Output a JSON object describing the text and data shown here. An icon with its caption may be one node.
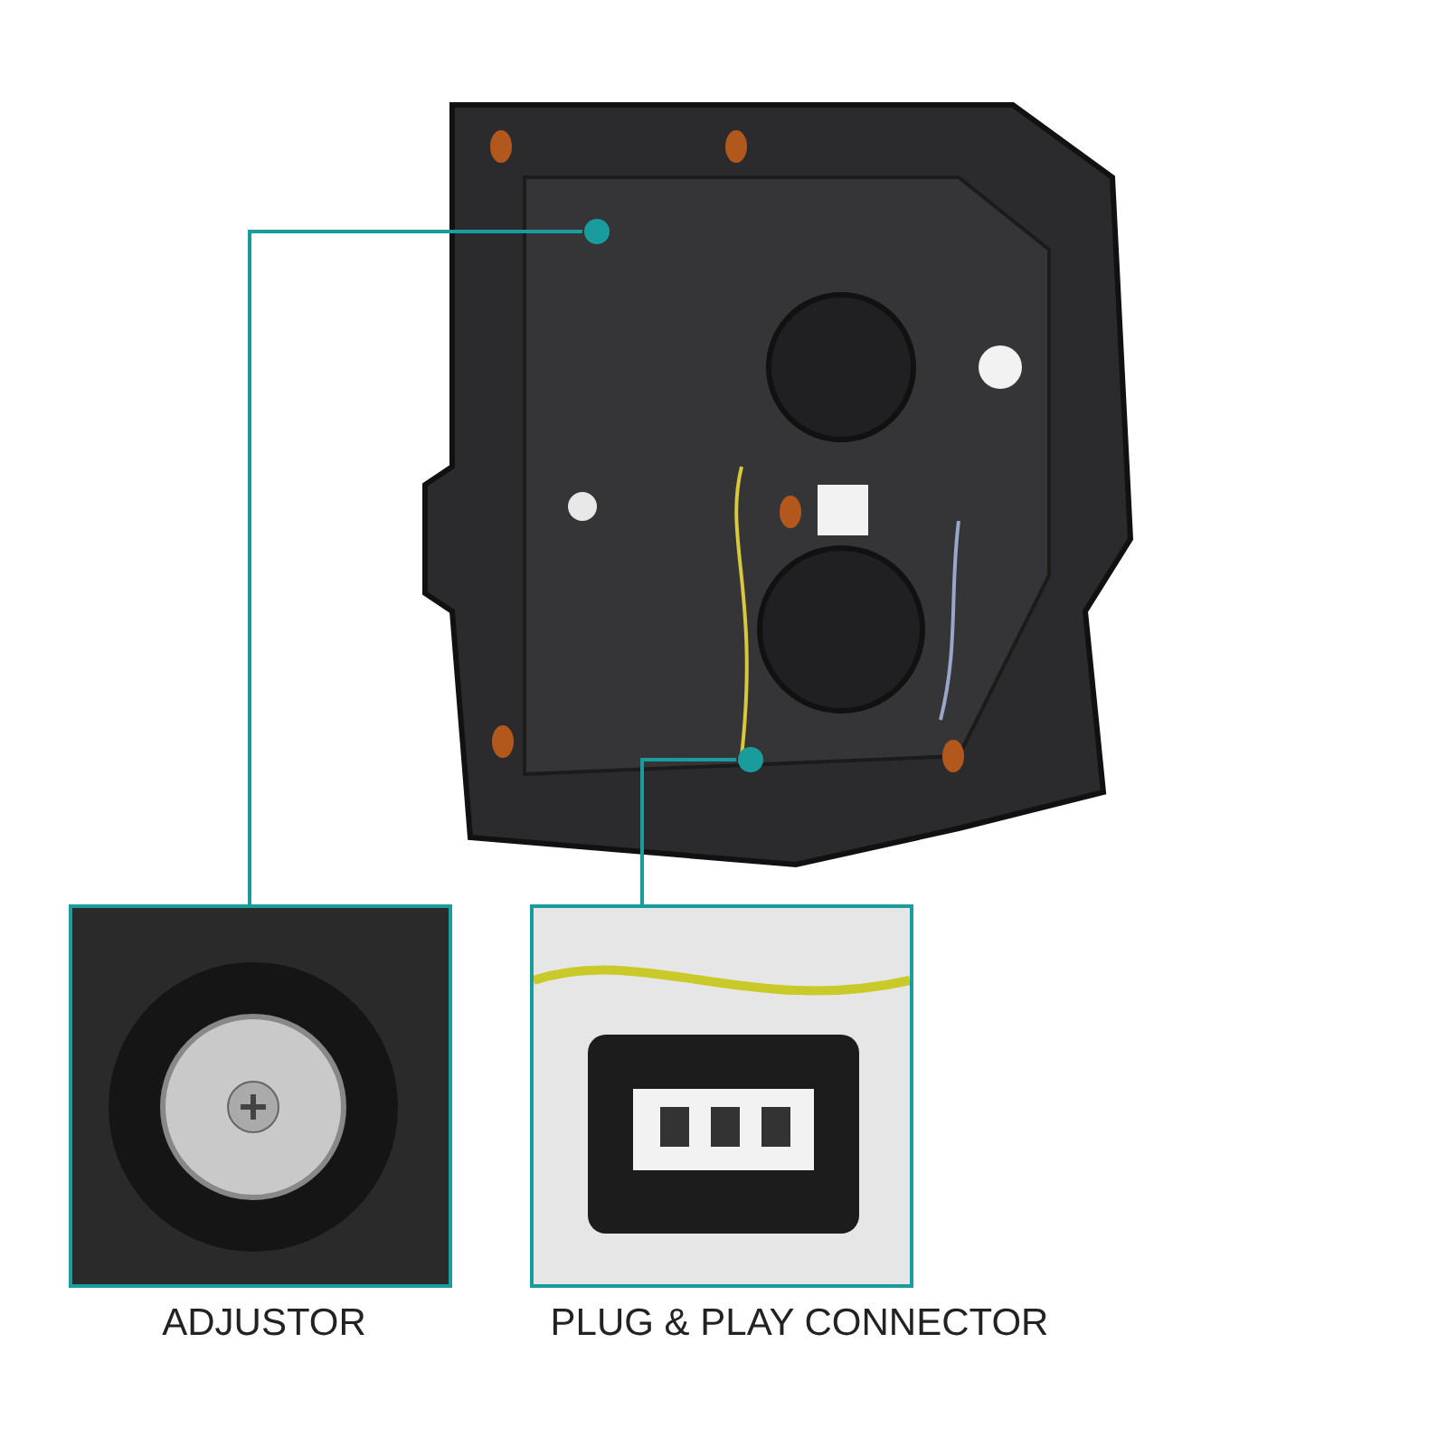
{
  "diagram": {
    "nodes": [
      {
        "text": [],
        "shape": "picture"
      },
      {
        "text": [],
        "shape": "circle",
        "in": 0
      },
      {
        "text": [],
        "shape": "circle",
        "in": 0
      },
      {
        "text": [
          "ADJUSTOR"
        ]
      },
      {
        "text": [
          "PLUG & PLAY CONNECTOR"
        ]
      }
    ],
    "edges": [
      {
        "from": 3,
        "to": 1,
        "arrow": "none"
      },
      {
        "from": 4,
        "to": 2,
        "arrow": "none"
      }
    ]
  }
}
